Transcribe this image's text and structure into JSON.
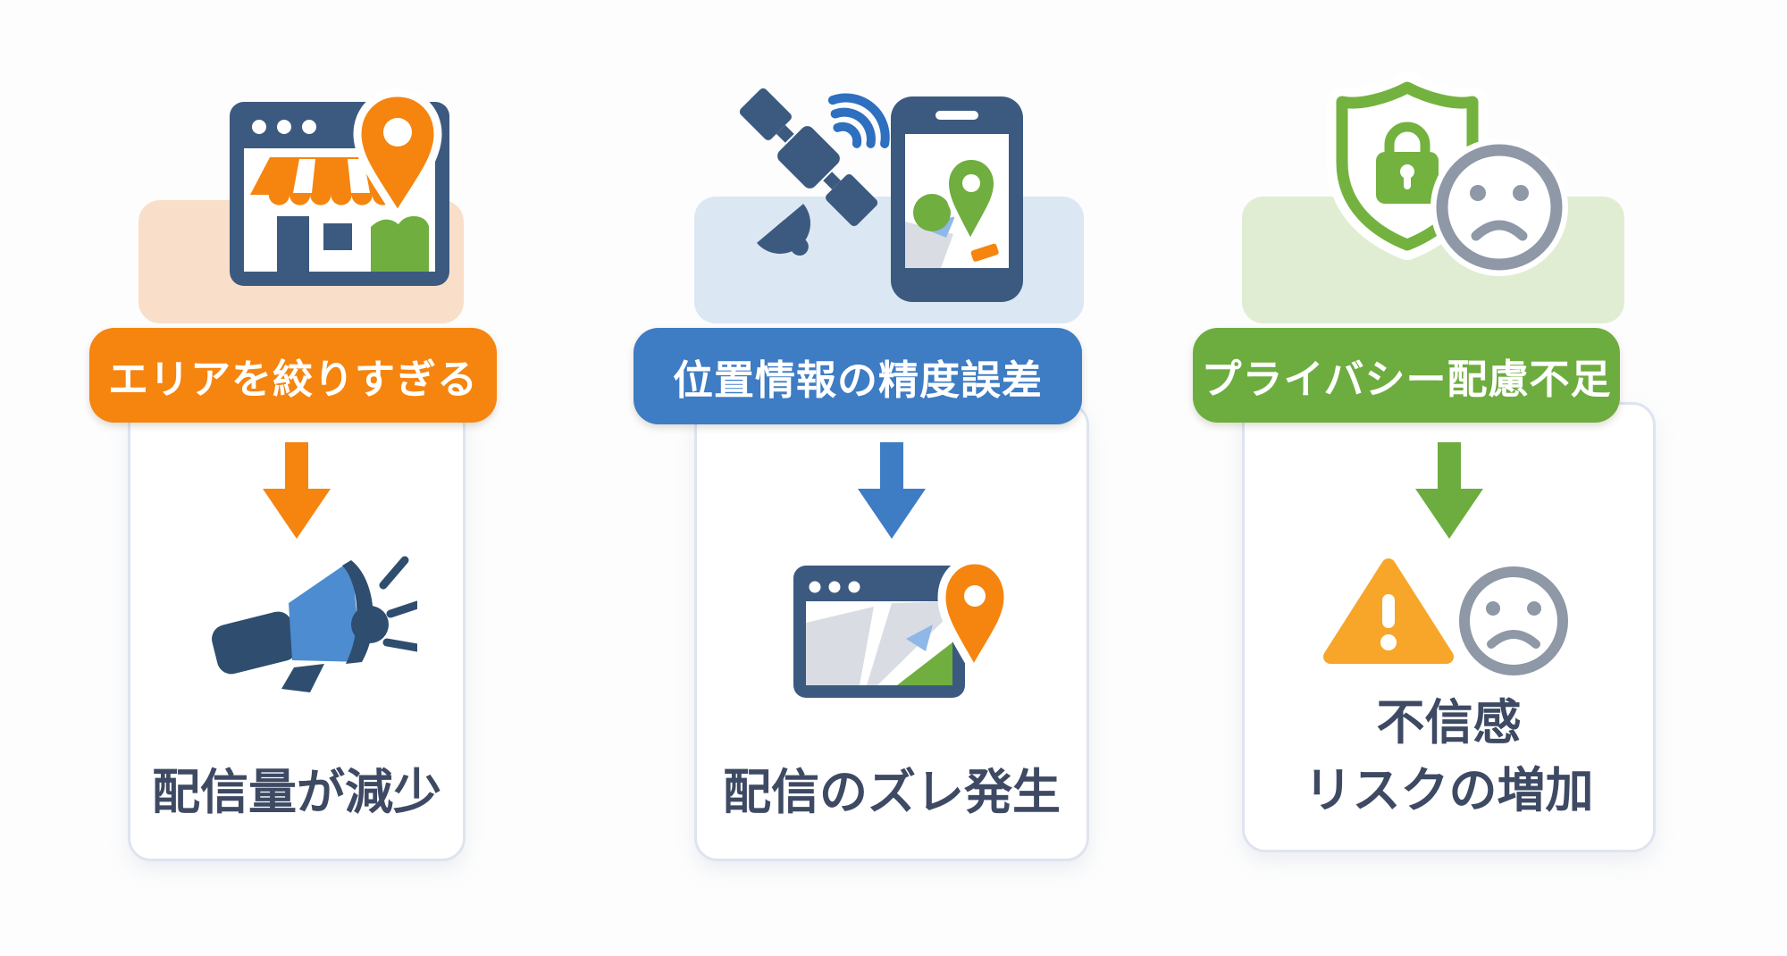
{
  "diagram": {
    "columns": [
      {
        "id": "area-too-narrow",
        "title": "エリアを絞りすぎる",
        "result_line1": "配信量が減少",
        "result_line2": "",
        "accent_color": "#F5850F",
        "pastel_color": "#F9DFC9",
        "top_icons": [
          "storefront-browser-icon",
          "map-pin-icon"
        ],
        "arrow_icon": "down-arrow-icon",
        "result_icons": [
          "megaphone-icon"
        ]
      },
      {
        "id": "location-accuracy-error",
        "title": "位置情報の精度誤差",
        "result_line1": "配信のズレ発生",
        "result_line2": "",
        "accent_color": "#3E7CC4",
        "pastel_color": "#DCE7F4",
        "top_icons": [
          "satellite-icon",
          "signal-waves-icon",
          "smartphone-map-icon"
        ],
        "arrow_icon": "down-arrow-icon",
        "result_icons": [
          "map-browser-pin-icon"
        ]
      },
      {
        "id": "privacy-consideration-shortfall",
        "title": "プライバシー配慮不足",
        "result_line1": "不信感",
        "result_line2": "リスクの増加",
        "accent_color": "#6DAD3F",
        "pastel_color": "#E0EDD3",
        "top_icons": [
          "shield-lock-icon",
          "sad-face-icon"
        ],
        "arrow_icon": "down-arrow-icon",
        "result_icons": [
          "warning-triangle-icon",
          "sad-face-icon"
        ]
      }
    ]
  },
  "palette": {
    "navy": "#3C5A80",
    "navy-dark": "#2F4D6E",
    "mid-blue": "#4D8CD0",
    "icon-orange": "#F5850F",
    "icon-green": "#6FAE3F",
    "shield-green": "#74B23F",
    "map-gray": "#D9DDE3",
    "map-blue": "#8FB8E8",
    "warning-amber": "#F7A629",
    "face-gray": "#8E98A6",
    "signal-blue": "#2E6FBF",
    "ink": "#3E4A63",
    "card-border": "#DEE4EF",
    "page-bg": "#FDFDFD",
    "header-text": "#FFFFFF"
  }
}
